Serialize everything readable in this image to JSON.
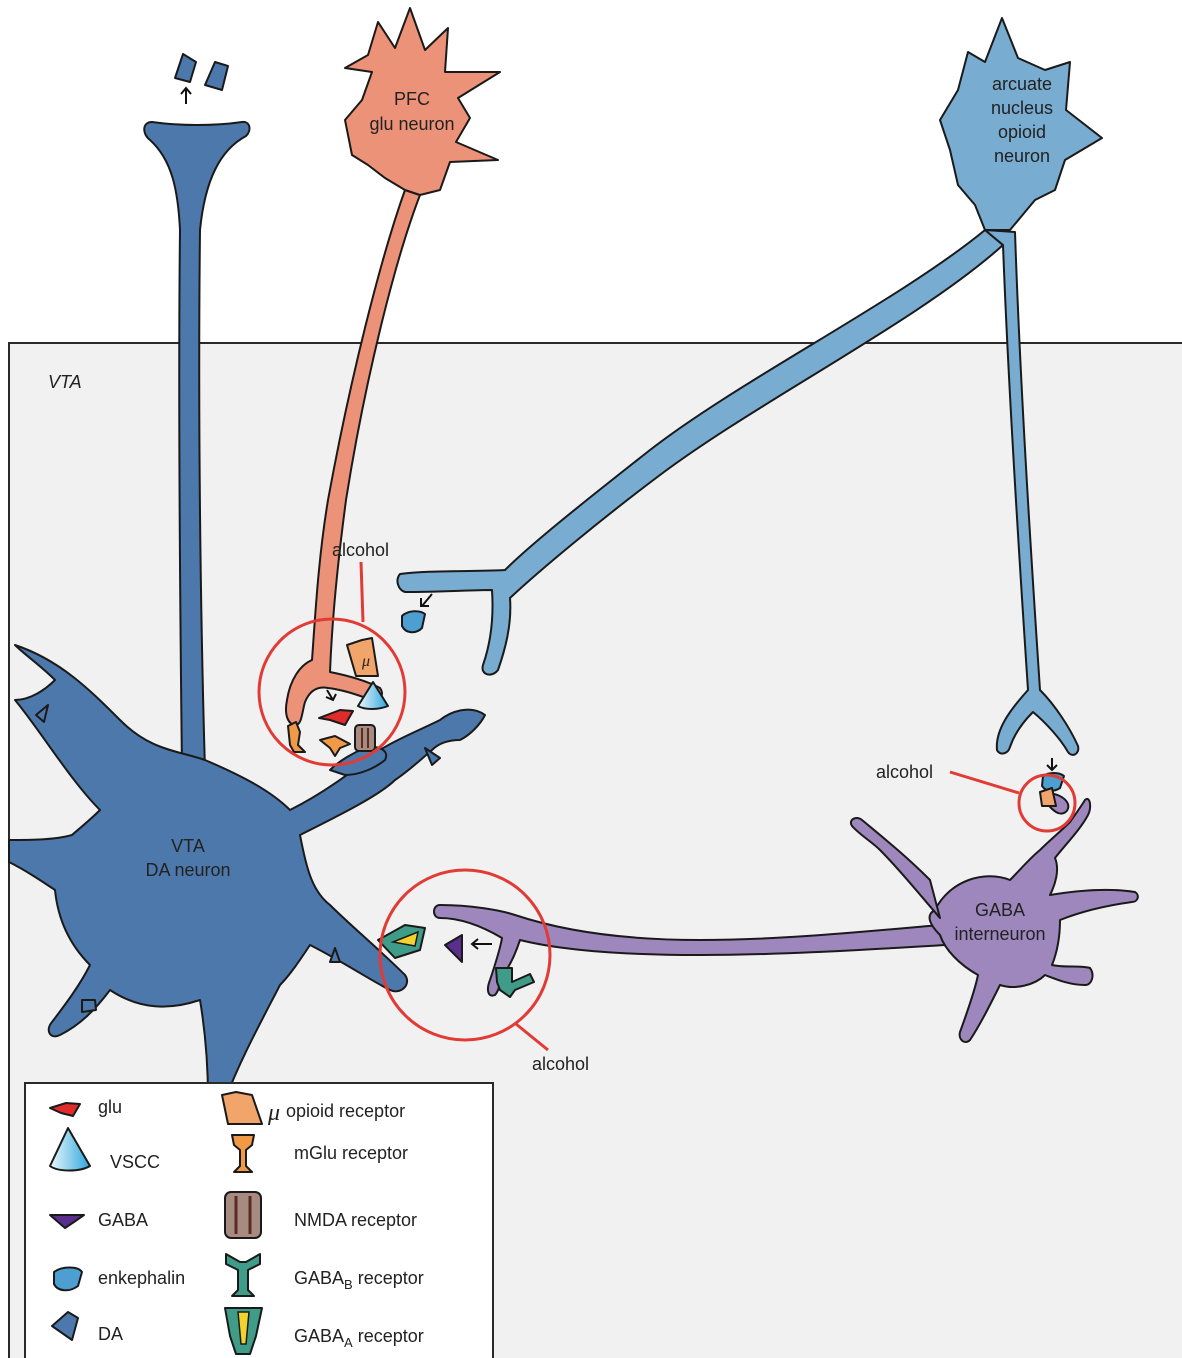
{
  "region": {
    "label": "VTA"
  },
  "neurons": {
    "pfc": {
      "line1": "PFC",
      "line2": "glu neuron",
      "color": "#ec9279"
    },
    "arcuate": {
      "line1": "arcuate",
      "line2": "nucleus",
      "line3": "opioid",
      "line4": "neuron",
      "color": "#78acd0"
    },
    "vta": {
      "line1": "VTA",
      "line2": "DA neuron",
      "color": "#4d78ab"
    },
    "gaba": {
      "line1": "GABA",
      "line2": "interneuron",
      "color": "#9d87bd"
    }
  },
  "callouts": {
    "alcohol_1": "alcohol",
    "alcohol_2": "alcohol",
    "alcohol_3": "alcohol",
    "circle_color": "#e23b35"
  },
  "legend": {
    "glu": "glu",
    "vscc": "VSCC",
    "gaba": "GABA",
    "enkephalin": "enkephalin",
    "da": "DA",
    "mu_symbol": "μ",
    "opioid_receptor": "opioid receptor",
    "mglu_receptor": "mGlu receptor",
    "nmda_receptor": "NMDA receptor",
    "gabab_main": "GABA",
    "gabab_sub": "B",
    "gabab_suffix": " receptor",
    "gabaa_main": "GABA",
    "gabaa_sub": "A",
    "gabaa_suffix": " receptor"
  }
}
